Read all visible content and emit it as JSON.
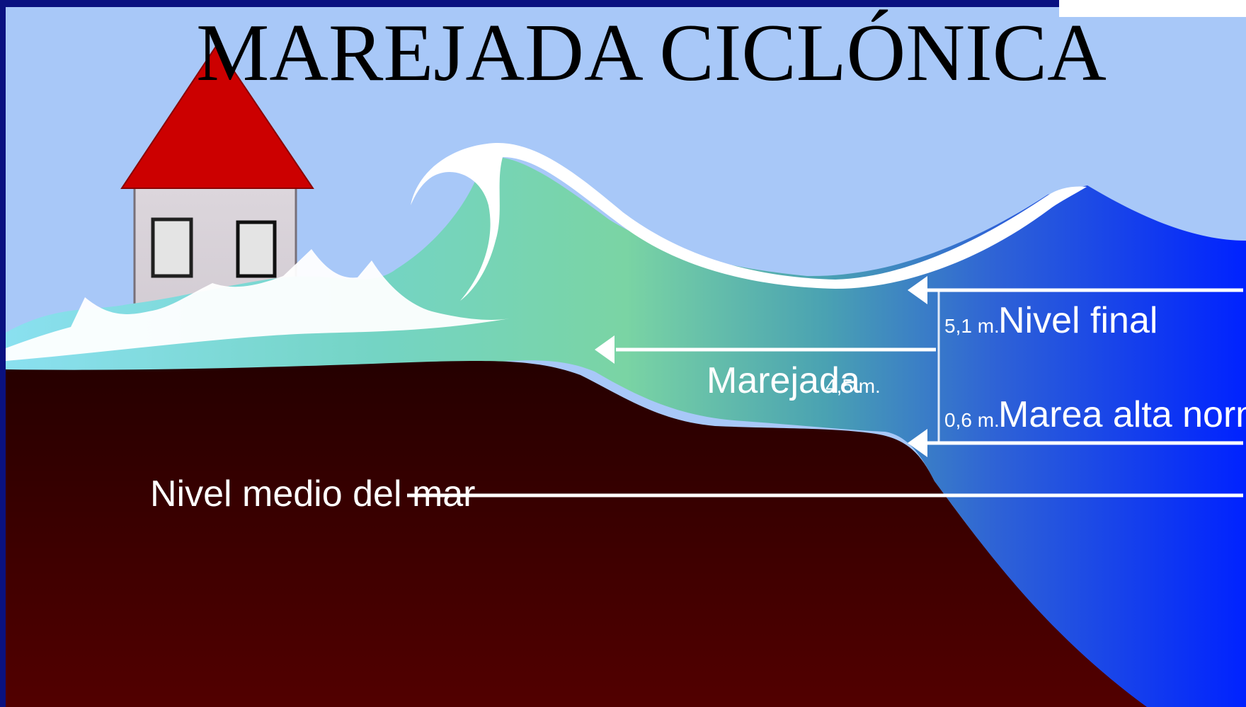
{
  "title": "MAREJADA CICLÓNICA",
  "labels": {
    "final_level_value": "5,1 m.",
    "final_level": "Nivel final",
    "surge": "Marejada",
    "surge_value": "4,5 m.",
    "high_tide_value": "0,6 m.",
    "high_tide": "Marea alta normal",
    "mean_sea_level": "Nivel medio del mar"
  },
  "colors": {
    "sky": "#a8c8f8",
    "roof": "#cc0000",
    "house_wall": "#dcd6dc",
    "ground_top": "#250000",
    "ground_bottom": "#500000",
    "sea_deep": "#0022ff",
    "wave_green": "#78d0a8",
    "foam": "#ffffff"
  }
}
